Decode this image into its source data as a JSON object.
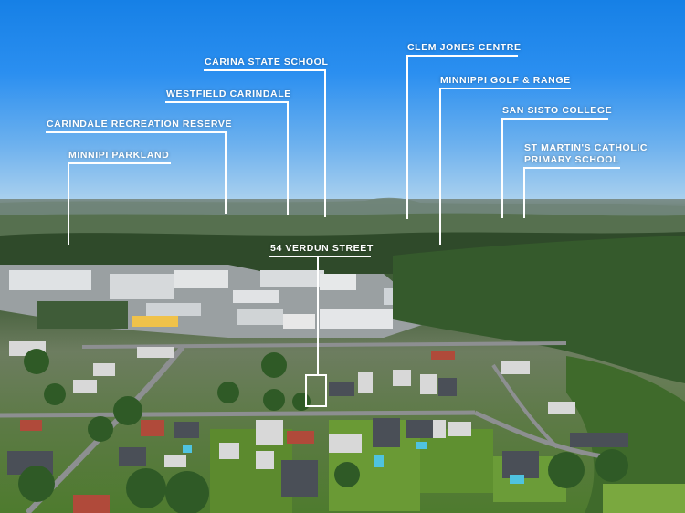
{
  "labels": {
    "carina_state_school": "CARINA STATE SCHOOL",
    "westfield_carindale": "WESTFIELD CARINDALE",
    "carindale_recreation_reserve": "CARINDALE RECREATION RESERVE",
    "minnipi_parkland": "MINNIPI PARKLAND",
    "clem_jones_centre": "CLEM JONES CENTRE",
    "minnippi_golf_range": "MINNIPPI GOLF & RANGE",
    "san_sisto_college": "SAN SISTO COLLEGE",
    "st_martins_line1": "ST MARTIN'S CATHOLIC",
    "st_martins_line2": "PRIMARY SCHOOL",
    "property_address": "54 VERDUN STREET"
  },
  "colors": {
    "sky_top": "#1680e6",
    "label_text": "#ffffff",
    "vegetation": "#3e5a35",
    "lawn": "#5c8a2e",
    "roof_light": "#d8d8d8",
    "roof_dark": "#4a4f57"
  }
}
